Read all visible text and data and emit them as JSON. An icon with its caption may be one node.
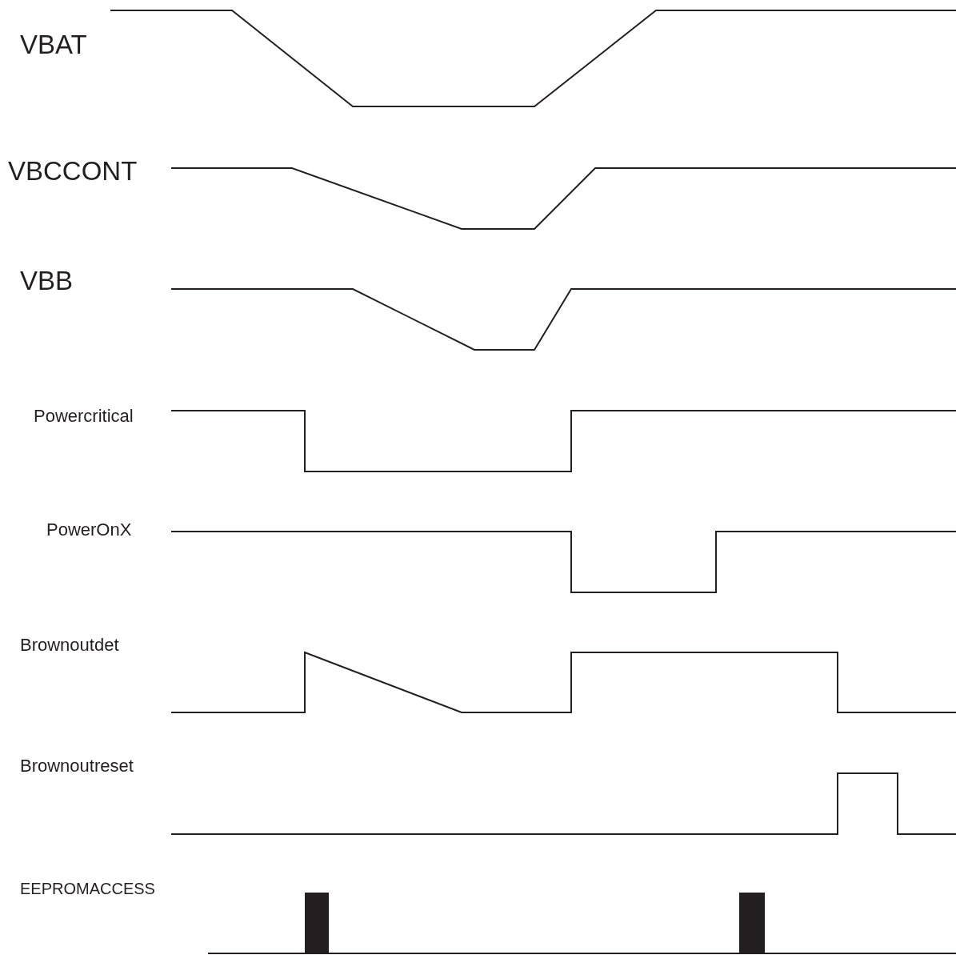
{
  "diagram": {
    "labels": [
      "VBAT",
      "VBCCONT",
      "VBB",
      "Powercritical",
      "PowerOnX",
      "Brownoutdet",
      "Brownoutreset",
      "EEPROMACCESS"
    ]
  }
}
